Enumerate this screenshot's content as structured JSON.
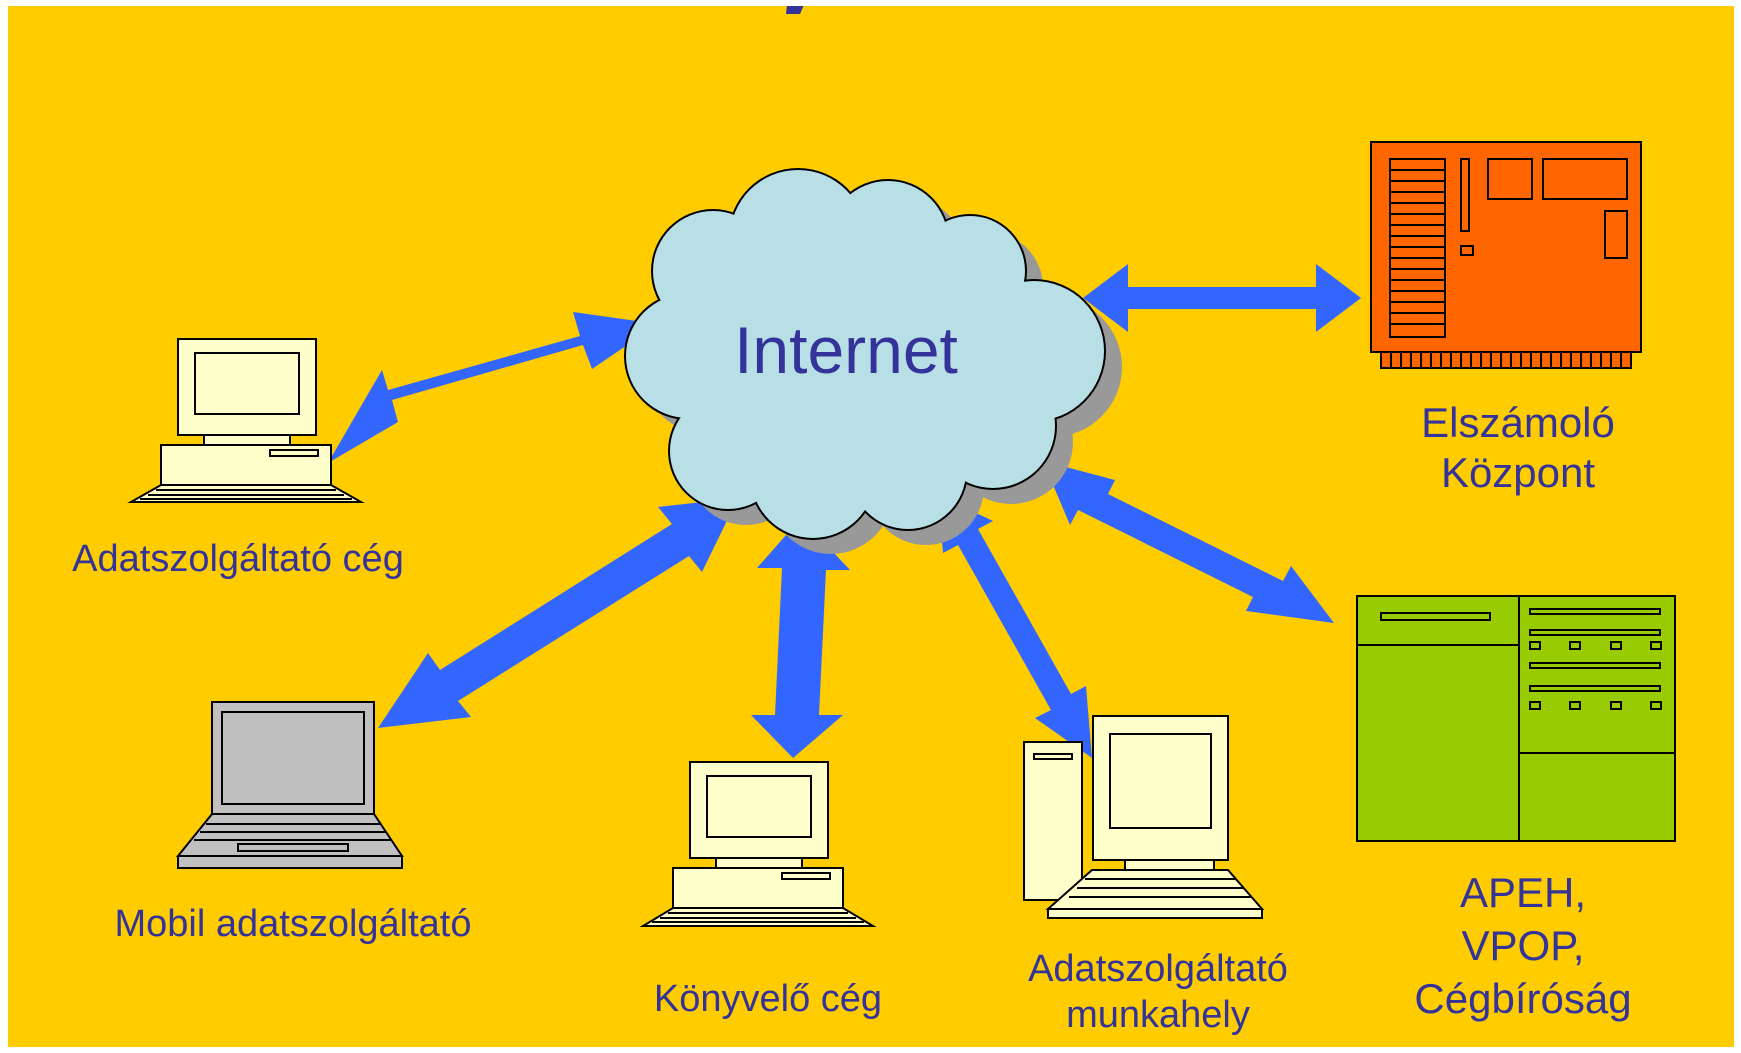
{
  "diagram": {
    "cloud_label": "Internet",
    "nodes": {
      "adatszolgaltato_ceg": "Adatszolgáltató cég",
      "mobil_adatszolgaltato": "Mobil adatszolgáltató",
      "konyvelo_ceg": "Könyvelő cég",
      "adatszolgaltato_munkahely": "Adatszolgáltató\nmunkahely",
      "elszamolo_kozpont": "Elszámoló\nKözpont",
      "apeh_vpop_cegbirosag": "APEH,\nVPOP,\nCégbíróság"
    }
  },
  "colors": {
    "background": "#FFCC00",
    "text": "#333399",
    "arrow": "#3366FF",
    "cloud_fill": "#B8DFE5",
    "cloud_shadow": "#999999",
    "terminal_fill": "#FFFFCC",
    "laptop_fill": "#C0C0C0",
    "server_fill": "#FF6600",
    "mainframe_fill": "#99CC00"
  }
}
